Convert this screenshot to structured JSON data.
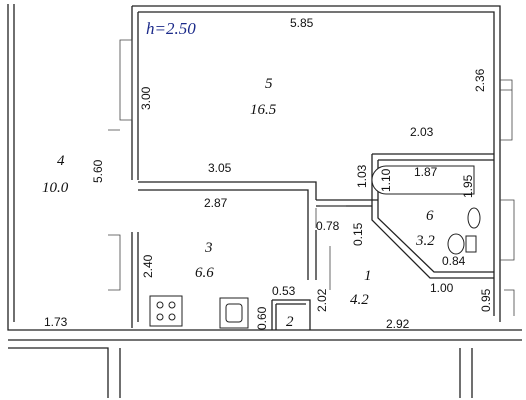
{
  "ceiling_height": "h=2.50",
  "rooms": [
    {
      "number": "5",
      "area": "16.5"
    },
    {
      "number": "4",
      "area": "10.0"
    },
    {
      "number": "3",
      "area": "6.6"
    },
    {
      "number": "6",
      "area": "3.2"
    },
    {
      "number": "1",
      "area": "4.2"
    },
    {
      "number": "2",
      "area": ""
    }
  ],
  "dimensions": {
    "d585": "5.85",
    "d236": "2.36",
    "d300": "3.00",
    "d560": "5.60",
    "d203": "2.03",
    "d305": "3.05",
    "d103": "1.03",
    "d187": "1.87",
    "d110": "1.10",
    "d195": "1.95",
    "d287": "2.87",
    "d078": "0.78",
    "d015": "0.15",
    "d240": "2.40",
    "d084": "0.84",
    "d053": "0.53",
    "d100": "1.00",
    "d202": "2.02",
    "d095": "0.95",
    "d173": "1.73",
    "d060": "0.60",
    "d292": "2.92"
  }
}
